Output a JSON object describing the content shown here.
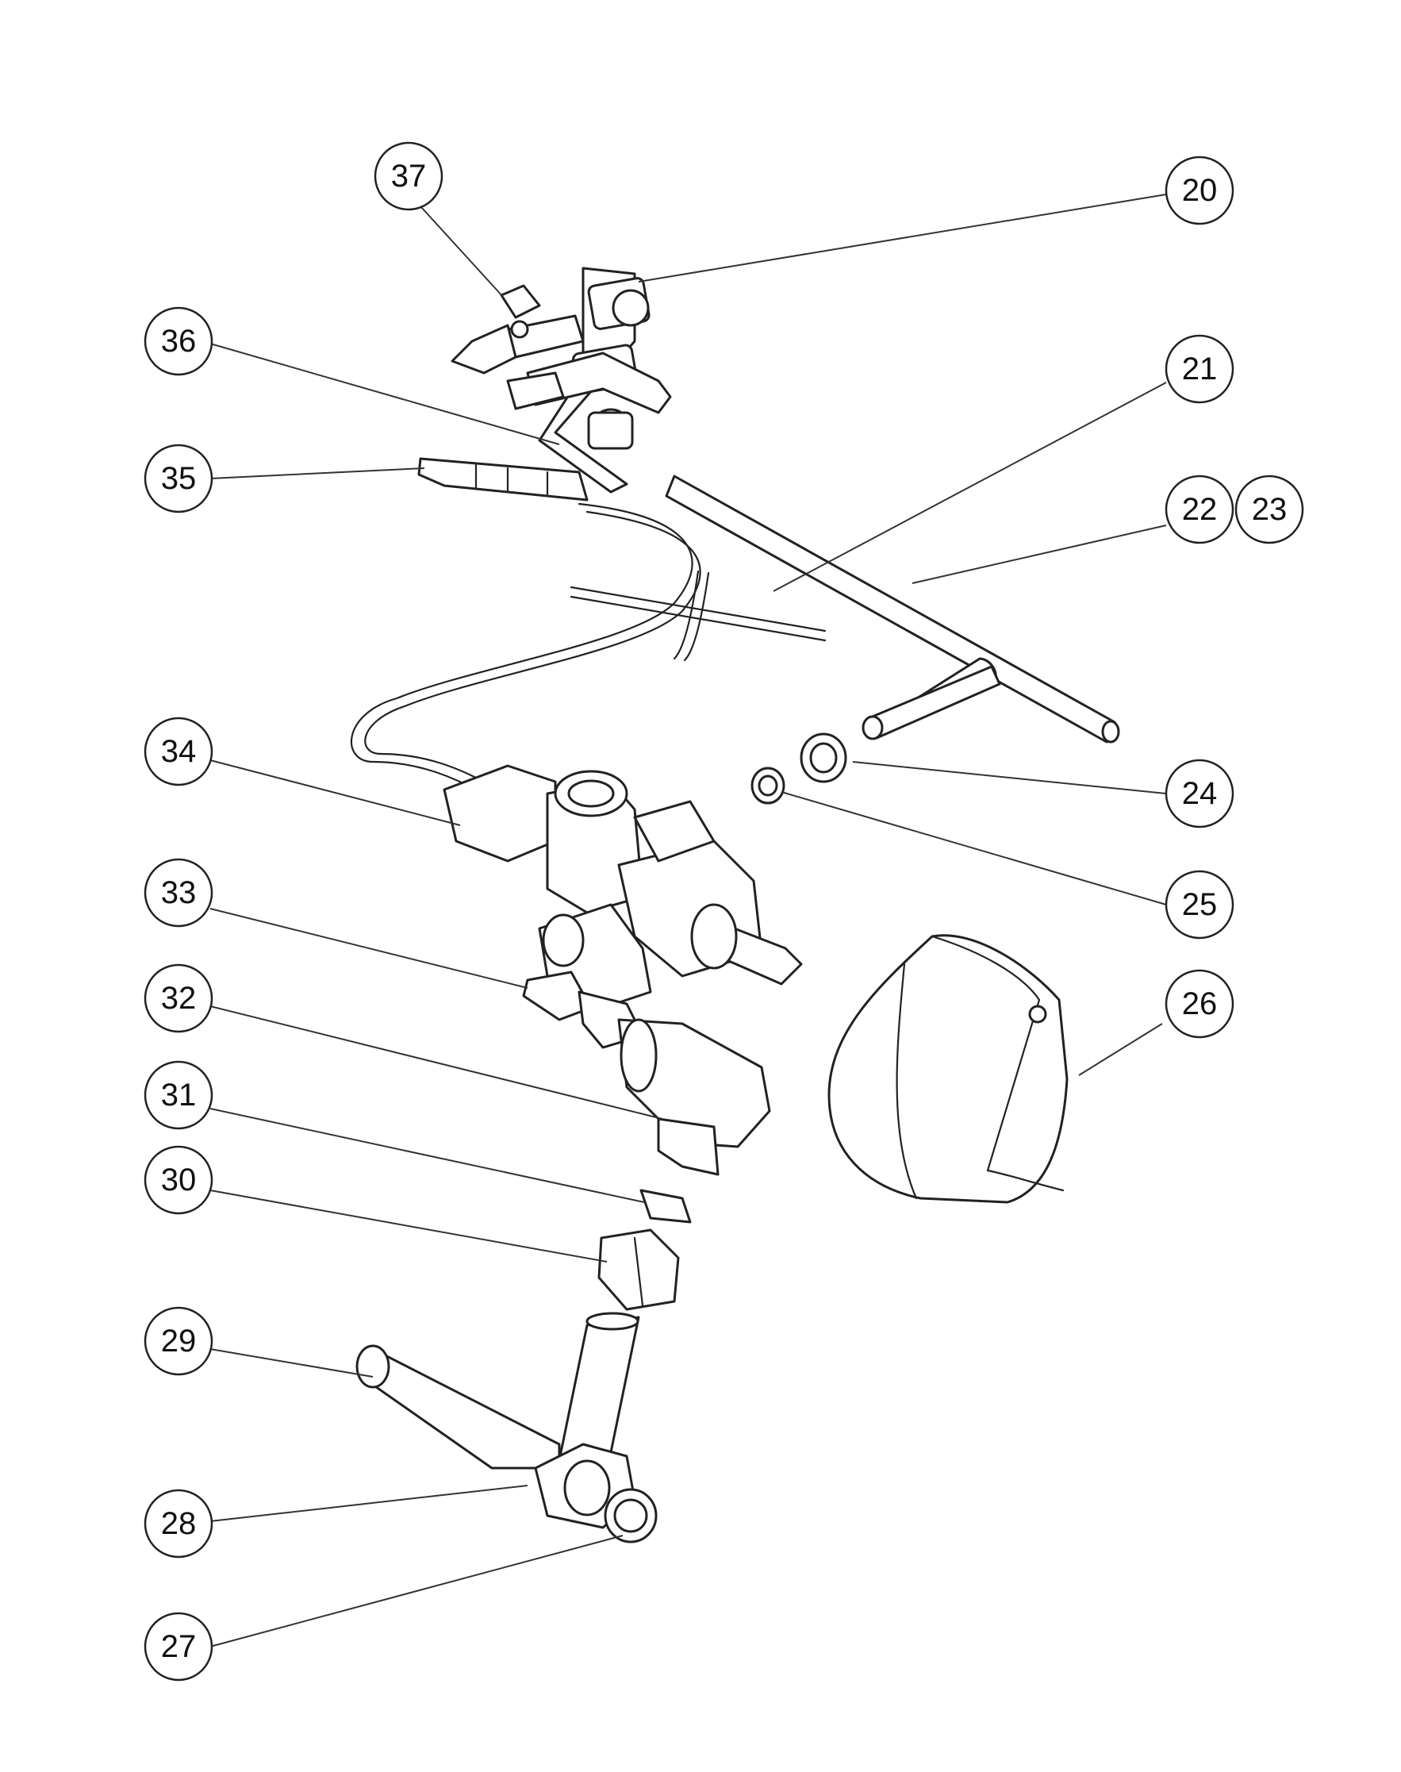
{
  "diagram": {
    "callouts": [
      {
        "id": "c20",
        "label": "20"
      },
      {
        "id": "c21",
        "label": "21"
      },
      {
        "id": "c22",
        "label": "22"
      },
      {
        "id": "c23",
        "label": "23"
      },
      {
        "id": "c24",
        "label": "24"
      },
      {
        "id": "c25",
        "label": "25"
      },
      {
        "id": "c26",
        "label": "26"
      },
      {
        "id": "c27",
        "label": "27"
      },
      {
        "id": "c28",
        "label": "28"
      },
      {
        "id": "c29",
        "label": "29"
      },
      {
        "id": "c30",
        "label": "30"
      },
      {
        "id": "c31",
        "label": "31"
      },
      {
        "id": "c32",
        "label": "32"
      },
      {
        "id": "c33",
        "label": "33"
      },
      {
        "id": "c34",
        "label": "34"
      },
      {
        "id": "c35",
        "label": "35"
      },
      {
        "id": "c36",
        "label": "36"
      },
      {
        "id": "c37",
        "label": "37"
      }
    ]
  }
}
